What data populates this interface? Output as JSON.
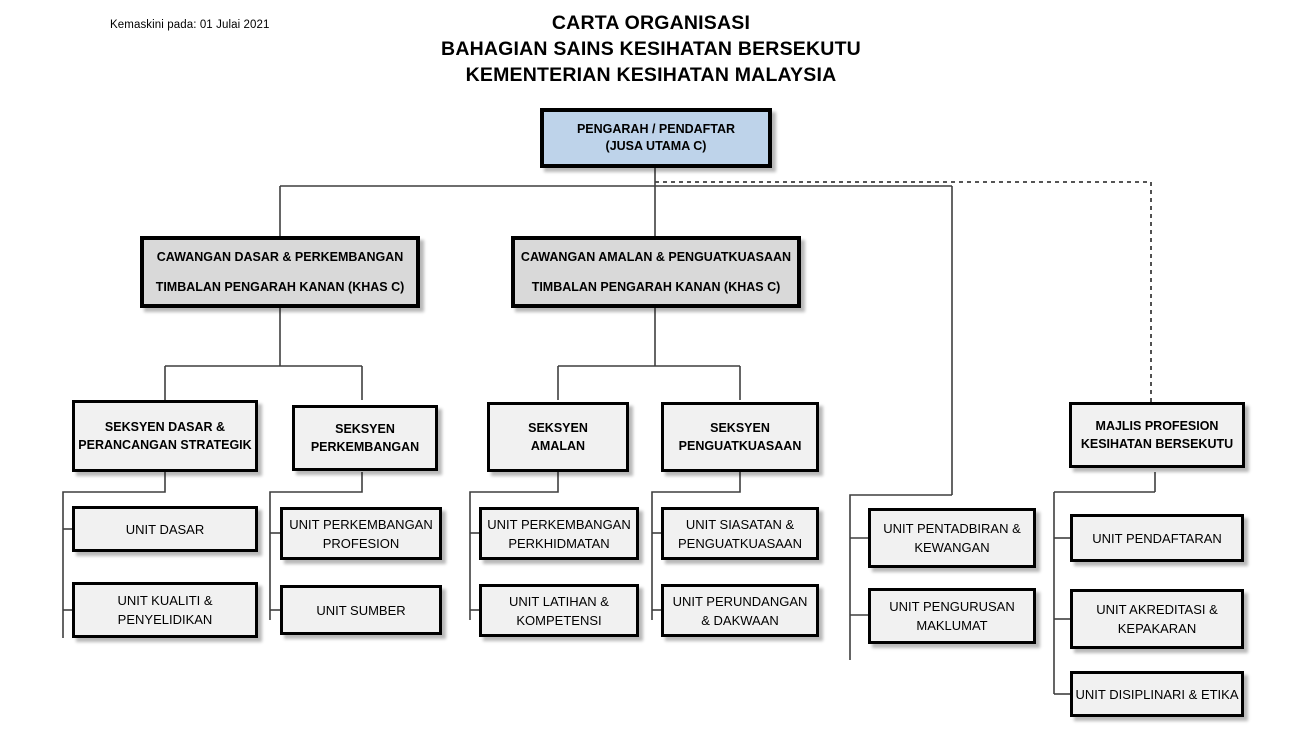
{
  "meta": {
    "date_label": "Kemaskini pada: 01 Julai 2021"
  },
  "title": {
    "line1": "CARTA ORGANISASI",
    "line2": "BAHAGIAN SAINS KESIHATAN BERSEKUTU",
    "line3": "KEMENTERIAN KESIHATAN MALAYSIA"
  },
  "colors": {
    "director_fill": "#bed3ea",
    "branch_fill": "#d9d9d9",
    "node_fill": "#f1f1f1",
    "border": "#000000",
    "connector": "#3f3f3f"
  },
  "nodes": {
    "director": {
      "line1": "PENGARAH / PENDAFTAR",
      "line2": "(JUSA UTAMA C)"
    },
    "branch_policy": {
      "line1": "CAWANGAN DASAR & PERKEMBANGAN",
      "line2": "TIMBALAN PENGARAH KANAN (KHAS C)"
    },
    "branch_practice": {
      "line1": "CAWANGAN AMALAN & PENGUATKUASAAN",
      "line2": "TIMBALAN PENGARAH KANAN (KHAS C)"
    },
    "section_policy": {
      "line1": "SEKSYEN DASAR &",
      "line2": "PERANCANGAN STRATEGIK"
    },
    "section_development": {
      "line1": "SEKSYEN",
      "line2": "PERKEMBANGAN"
    },
    "section_practice": {
      "line1": "SEKSYEN",
      "line2": "AMALAN"
    },
    "section_enforcement": {
      "line1": "SEKSYEN",
      "line2": "PENGUATKUASAAN"
    },
    "council": {
      "line1": "MAJLIS PROFESION",
      "line2": "KESIHATAN BERSEKUTU"
    },
    "unit_dasar": {
      "line1": "UNIT DASAR",
      "line2": ""
    },
    "unit_kualiti": {
      "line1": "UNIT KUALITI &",
      "line2": "PENYELIDIKAN"
    },
    "unit_perkembangan_profesion": {
      "line1": "UNIT PERKEMBANGAN",
      "line2": "PROFESION"
    },
    "unit_sumber": {
      "line1": "UNIT SUMBER",
      "line2": ""
    },
    "unit_perkembangan_perkhidmatan": {
      "line1": "UNIT PERKEMBANGAN",
      "line2": "PERKHIDMATAN"
    },
    "unit_latihan": {
      "line1": "UNIT LATIHAN &",
      "line2": "KOMPETENSI"
    },
    "unit_siasatan": {
      "line1": "UNIT SIASATAN &",
      "line2": "PENGUATKUASAAN"
    },
    "unit_perundangan": {
      "line1": "UNIT PERUNDANGAN",
      "line2": "& DAKWAAN"
    },
    "unit_pentadbiran": {
      "line1": "UNIT PENTADBIRAN &",
      "line2": "KEWANGAN"
    },
    "unit_pengurusan": {
      "line1": "UNIT PENGURUSAN",
      "line2": "MAKLUMAT"
    },
    "unit_pendaftaran": {
      "line1": "UNIT PENDAFTARAN",
      "line2": ""
    },
    "unit_akreditasi": {
      "line1": "UNIT AKREDITASI &",
      "line2": "KEPAKARAN"
    },
    "unit_disiplinari": {
      "line1": "UNIT DISIPLINARI & ETIKA",
      "line2": ""
    }
  }
}
